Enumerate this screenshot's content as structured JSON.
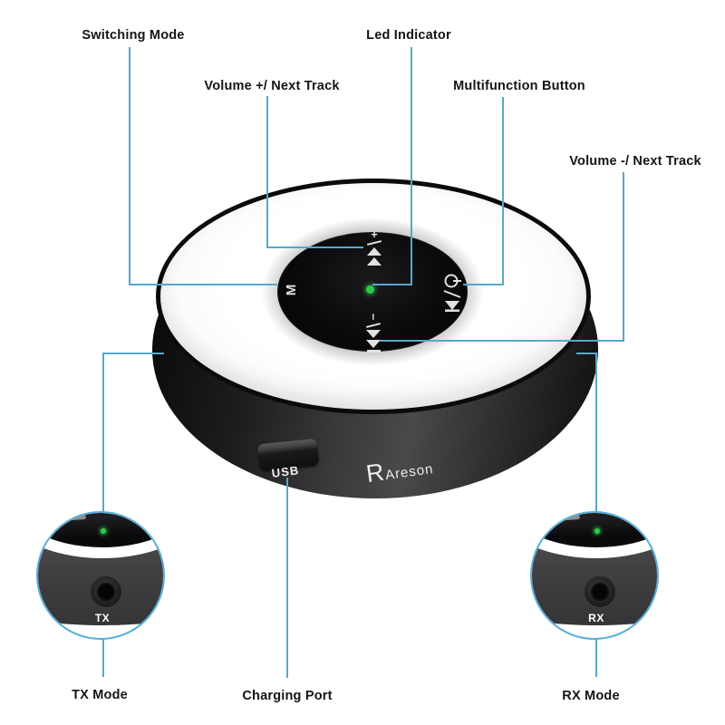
{
  "labels": {
    "switching_mode": "Switching Mode",
    "volume_plus": "Volume +/ Next Track",
    "led_indicator": "Led Indicator",
    "multifunction": "Multifunction Button",
    "volume_minus": "Volume -/ Next Track",
    "tx_mode": "TX Mode",
    "charging_port": "Charging Port",
    "rx_mode": "RX Mode"
  },
  "device": {
    "brand": {
      "initial": "R",
      "name": "Areson"
    },
    "usb_port_label": "USB",
    "buttons": {
      "mode": "M",
      "volume_up_sign": "+",
      "volume_down_sign": "−"
    }
  },
  "insets": {
    "tx_label": "TX",
    "rx_label": "RX"
  },
  "colors": {
    "callout_line": "#57a7cd",
    "inset_border": "#57afd8",
    "led_green": "#2ec84a",
    "label_text": "#141414",
    "icon_white": "#e2e2e2"
  }
}
